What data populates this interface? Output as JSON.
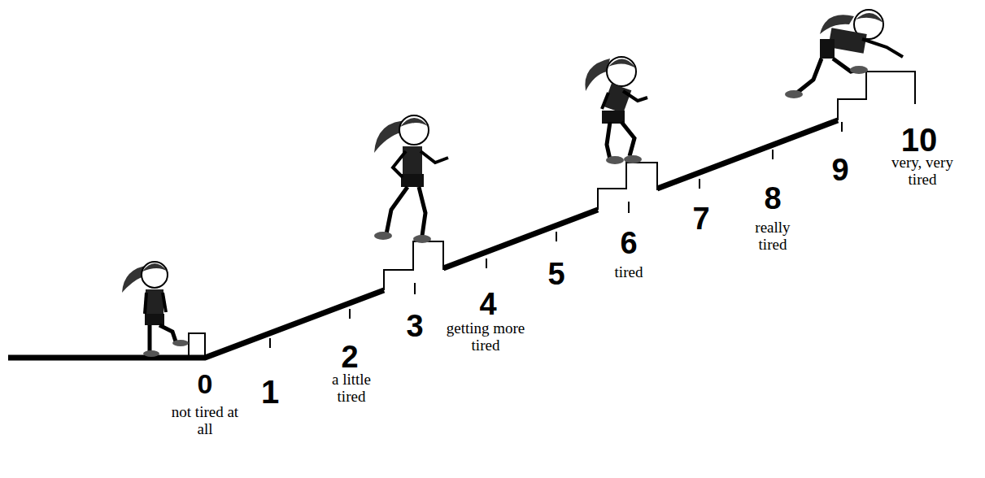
{
  "diagram": {
    "labels": [
      "0",
      "not tired at all",
      "1",
      "2",
      "a little tired",
      "3",
      "4",
      "getting more tired",
      "5",
      "6",
      "tired",
      "7",
      "8",
      "really tired",
      "9",
      "10",
      "very, very tired"
    ]
  }
}
